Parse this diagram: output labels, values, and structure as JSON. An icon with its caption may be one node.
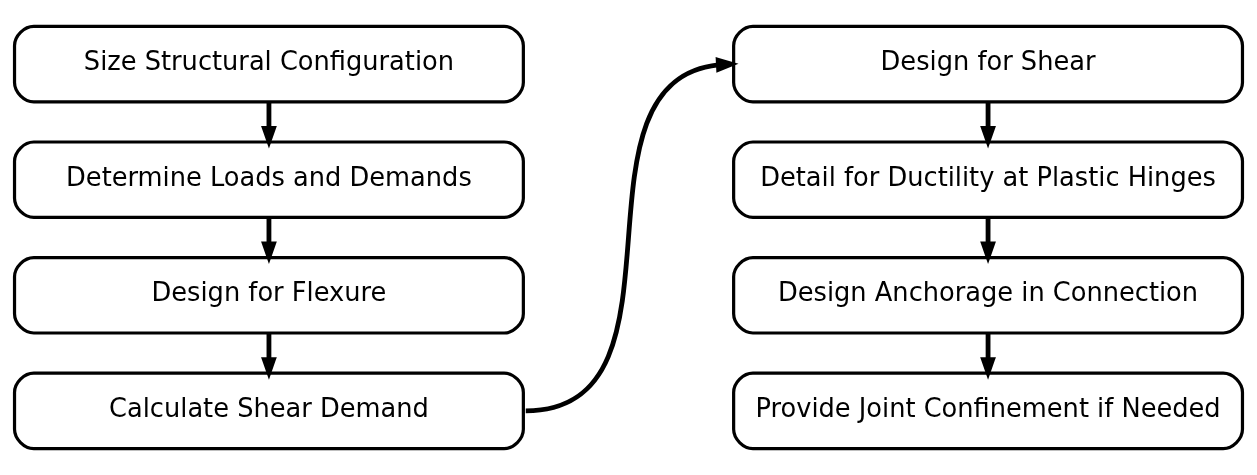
{
  "diagram": {
    "nodes": [
      {
        "text": [
          "Size Structural Configuration"
        ]
      },
      {
        "text": [
          "Determine Loads and Demands"
        ]
      },
      {
        "text": [
          "Design for Flexure"
        ]
      },
      {
        "text": [
          "Calculate Shear Demand"
        ]
      },
      {
        "text": [
          "Design for Shear"
        ]
      },
      {
        "text": [
          "Detail for Ductility at Plastic Hinges"
        ]
      },
      {
        "text": [
          "Design Anchorage in Connection"
        ]
      },
      {
        "text": [
          "Provide Joint Confinement if Needed"
        ]
      }
    ],
    "edges": [
      {
        "from": 0,
        "to": 1,
        "arrow": "to"
      },
      {
        "from": 1,
        "to": 2,
        "arrow": "to"
      },
      {
        "from": 2,
        "to": 3,
        "arrow": "to"
      },
      {
        "from": 3,
        "to": 4,
        "arrow": "to"
      },
      {
        "from": 4,
        "to": 5,
        "arrow": "to"
      },
      {
        "from": 5,
        "to": 6,
        "arrow": "to"
      },
      {
        "from": 6,
        "to": 7,
        "arrow": "to"
      }
    ]
  }
}
